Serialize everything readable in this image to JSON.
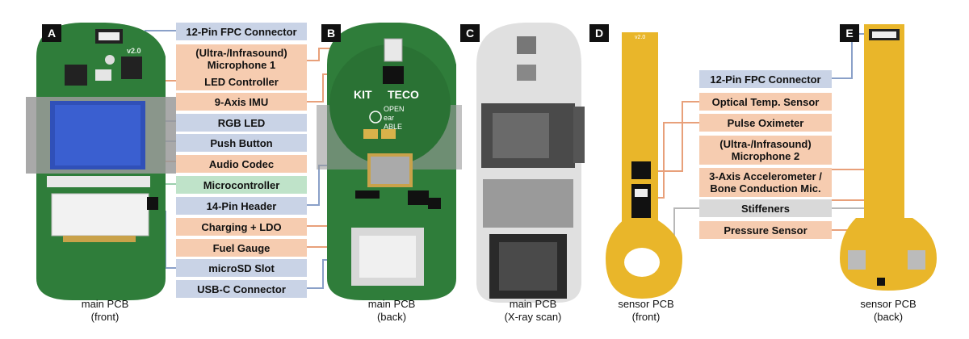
{
  "colors": {
    "pcb_green": "#2f7d3a",
    "pcb_dark": "#1f5a2a",
    "flex_yellow": "#e9b62a",
    "flex_orange": "#d99a1e",
    "xray_gray": "#bdbdbd",
    "label_blue": "#c9d3e6",
    "label_orange": "#f6ccb0",
    "label_green": "#bfe3c9",
    "label_gray": "#d9d9d9"
  },
  "panels": {
    "A": {
      "letter": "A",
      "caption": "main PCB\n(front)"
    },
    "B": {
      "letter": "B",
      "caption": "main PCB\n(back)"
    },
    "C": {
      "letter": "C",
      "caption": "main PCB\n(X-ray scan)"
    },
    "D": {
      "letter": "D",
      "caption": "sensor PCB\n(front)"
    },
    "E": {
      "letter": "E",
      "caption": "sensor PCB\n(back)"
    }
  },
  "main_labels": [
    {
      "text": "12-Pin FPC Connector",
      "kind": "blue"
    },
    {
      "text": "(Ultra-/Infrasound)\nMicrophone 1",
      "kind": "orange"
    },
    {
      "text": "LED Controller",
      "kind": "orange"
    },
    {
      "text": "9-Axis IMU",
      "kind": "orange"
    },
    {
      "text": "RGB LED",
      "kind": "blue"
    },
    {
      "text": "Push Button",
      "kind": "blue"
    },
    {
      "text": "Audio Codec",
      "kind": "orange"
    },
    {
      "text": "Microcontroller",
      "kind": "green"
    },
    {
      "text": "14-Pin Header",
      "kind": "blue"
    },
    {
      "text": "Charging + LDO",
      "kind": "orange"
    },
    {
      "text": "Fuel Gauge",
      "kind": "orange"
    },
    {
      "text": "microSD Slot",
      "kind": "blue"
    },
    {
      "text": "USB-C Connector",
      "kind": "blue"
    }
  ],
  "sensor_labels": [
    {
      "text": "12-Pin FPC Connector",
      "kind": "blue"
    },
    {
      "text": "Optical Temp. Sensor",
      "kind": "orange"
    },
    {
      "text": "Pulse Oximeter",
      "kind": "orange"
    },
    {
      "text": "(Ultra-/Infrasound)\nMicrophone 2",
      "kind": "orange"
    },
    {
      "text": "3-Axis Accelerometer /\nBone Conduction Mic.",
      "kind": "orange"
    },
    {
      "text": "Stiffeners",
      "kind": "gray"
    },
    {
      "text": "Pressure Sensor",
      "kind": "orange"
    }
  ],
  "board_text": {
    "version": "v2.0",
    "logo_kit": "KIT",
    "logo_teco": "TECO",
    "logo_open": "OPEN",
    "logo_ear": "ear",
    "logo_able": "ABLE",
    "flex_logo": "v2.0"
  }
}
